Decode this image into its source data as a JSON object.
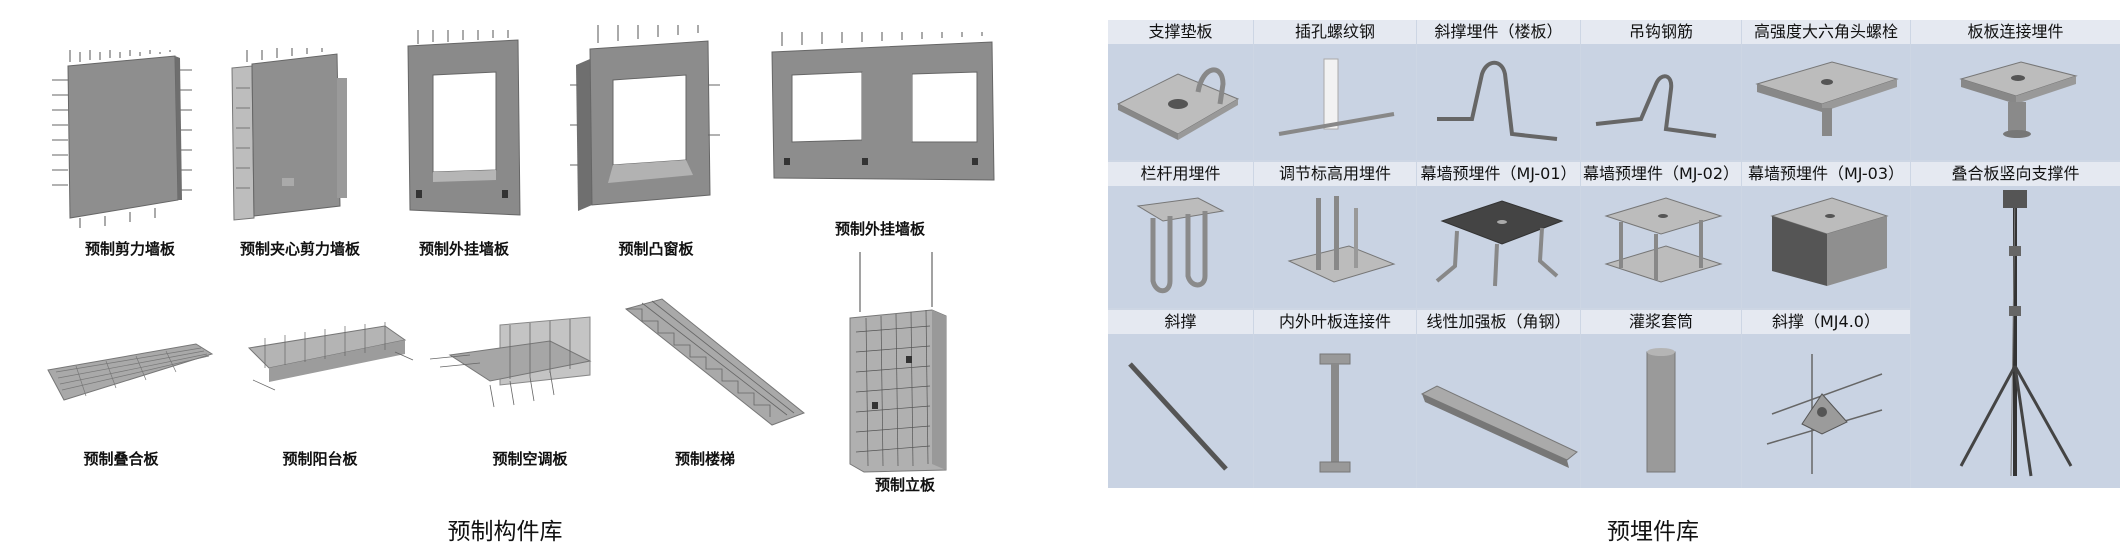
{
  "left_panel": {
    "caption": "预制构件库",
    "components": [
      {
        "label": "预制剪力墙板"
      },
      {
        "label": "预制夹心剪力墙板"
      },
      {
        "label": "预制外挂墙板"
      },
      {
        "label": "预制凸窗板"
      },
      {
        "label": "预制外挂墙板"
      },
      {
        "label": "预制叠合板"
      },
      {
        "label": "预制阳台板"
      },
      {
        "label": "预制空调板"
      },
      {
        "label": "预制楼梯"
      },
      {
        "label": "预制立板"
      }
    ]
  },
  "right_panel": {
    "caption": "预埋件库",
    "row1": [
      "支撑垫板",
      "插孔螺纹钢",
      "斜撑埋件（楼板）",
      "吊钩钢筋",
      "高强度大六角头螺栓",
      "板板连接埋件"
    ],
    "row2": [
      "栏杆用埋件",
      "调节标高用埋件",
      "幕墙预埋件（MJ-01）",
      "幕墙预埋件（MJ-02）",
      "幕墙预埋件（MJ-03）",
      "叠合板竖向支撑件"
    ],
    "row3": [
      "斜撑",
      "内外叶板连接件",
      "线性加强板（角钢）",
      "灌浆套筒",
      "斜撑（MJ4.0）"
    ]
  }
}
